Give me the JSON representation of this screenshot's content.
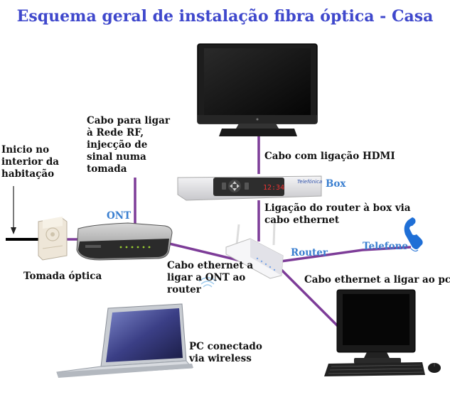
{
  "title": "Esquema geral de instalação fibra óptica - Casa",
  "labels": {
    "inicio": [
      "Inicio no",
      "interior da",
      "habitação"
    ],
    "cabo_rf": [
      "Cabo para ligar",
      "à Rede RF,",
      "injecção de",
      "sinal numa",
      "tomada"
    ],
    "ont": "ONT",
    "tomada": "Tomada óptica",
    "hdmi": "Cabo com ligação HDMI",
    "box": "Box",
    "router_box": [
      "Ligação do router à box via",
      "cabo ethernet"
    ],
    "router": "Router",
    "telefone": "Telefone",
    "cabo_ont": [
      "Cabo ethernet a",
      "ligar a ONT ao",
      "router"
    ],
    "cabo_pc": "Cabo ethernet a ligar ao pc",
    "pc_wireless": [
      "PC conectado",
      "via wireless"
    ]
  },
  "device_text": {
    "box_display": "12:34",
    "box_brand": "Telefónica"
  },
  "colors": {
    "title": "#3f48cc",
    "cable": "#7d3c98",
    "accent_label": "#3a7fd0"
  }
}
